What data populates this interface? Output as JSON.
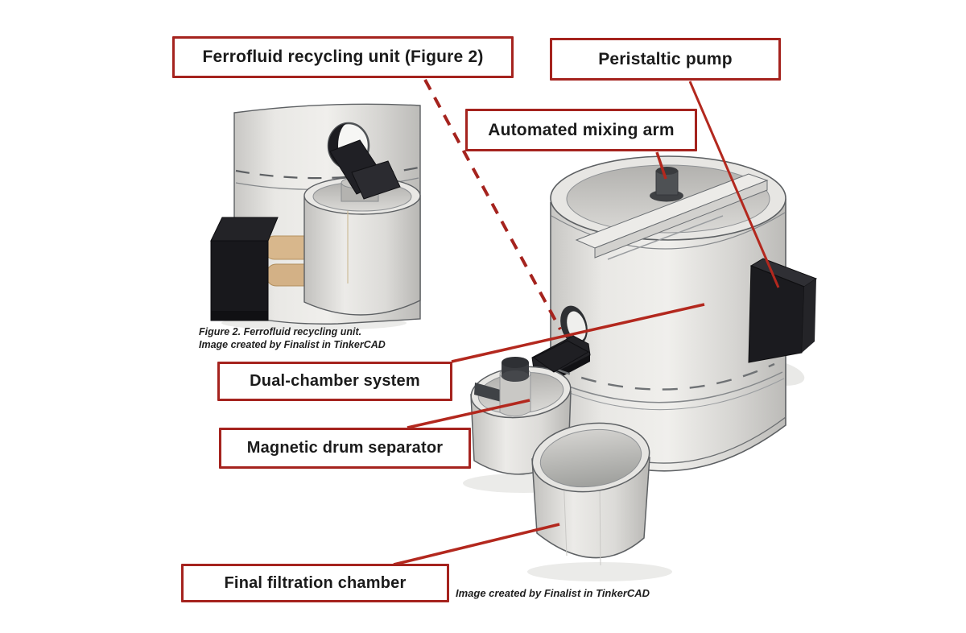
{
  "labels": {
    "ferrofluid": "Ferrofluid recycling unit (Figure 2)",
    "peristaltic": "Peristaltic pump",
    "mixing": "Automated mixing arm",
    "dual": "Dual-chamber system",
    "magnetic": "Magnetic drum separator",
    "final": "Final filtration chamber"
  },
  "captions": {
    "figure2_line1": "Figure 2. Ferrofluid recycling unit.",
    "figure2_line2": "Image created by Finalist in TinkerCAD",
    "credit": "Image created by Finalist in TinkerCAD"
  },
  "colors": {
    "label_border": "#a5231e",
    "leader_line": "#b3281e",
    "text": "#1b1b1b",
    "cad_light_gray": "#e9e8e5",
    "cad_dark_part": "#1b1b1f",
    "cad_tan_tube": "#d8b78c"
  }
}
